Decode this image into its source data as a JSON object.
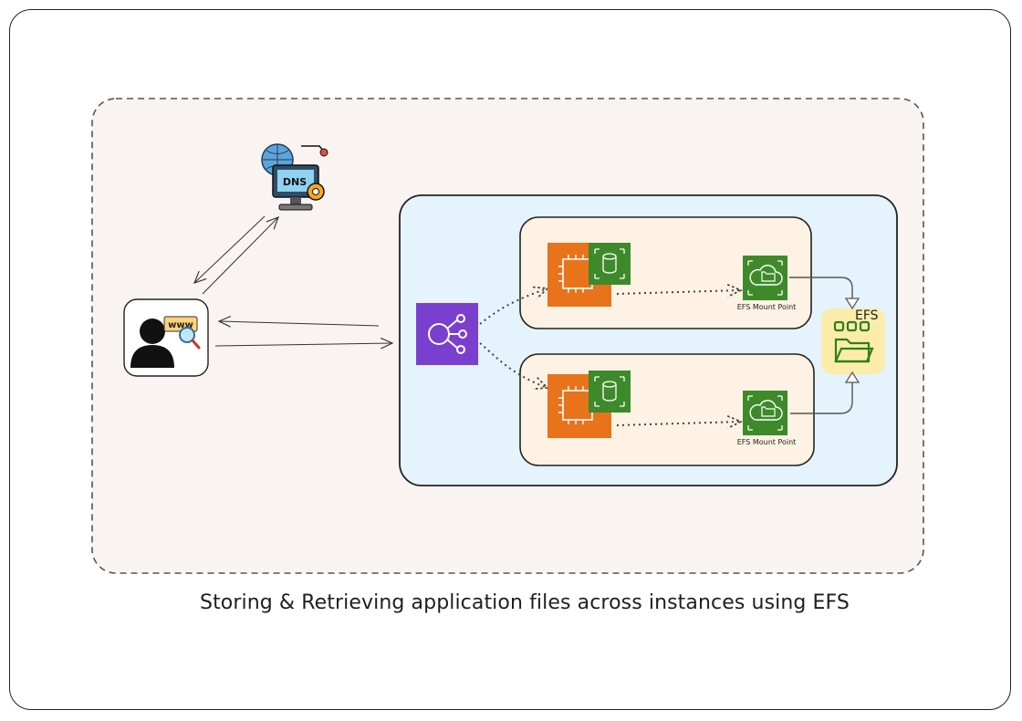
{
  "diagram": {
    "caption": "Storing & Retrieving application files across instances using EFS",
    "dns_icon_text": "DNS",
    "www_icon_text": "www",
    "mount_point_1": "EFS Mount Point",
    "mount_point_2": "EFS Mount Point",
    "efs_label": "EFS"
  },
  "colors": {
    "outer_region": "#f9f4f1",
    "vpc": "#e4f3fc",
    "instance_group": "#fdf2e3",
    "ec2_orange": "#e8731a",
    "storage_green": "#3e8a2a",
    "elb_purple": "#7b3fcf",
    "efs_yellow": "#fbecaa"
  }
}
